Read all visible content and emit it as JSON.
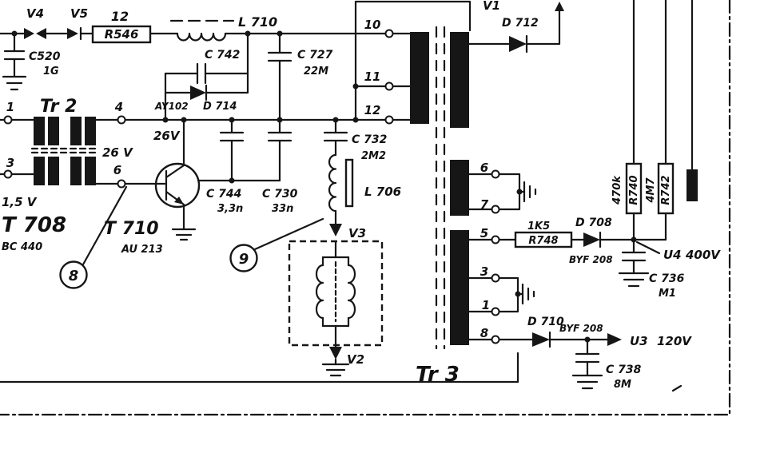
{
  "regions": {
    "top_rail": {
      "v4": "V4",
      "v5": "V5",
      "num12": "12",
      "r546": "R546",
      "l710": "L 710",
      "c520": "C520",
      "c520_val": "1G"
    },
    "damper": {
      "c742": "C 742",
      "d714_type": "AY102",
      "d714": "D 714",
      "c727": "C 727",
      "c727_val": "22M"
    },
    "tr2": {
      "label": "Tr 2",
      "term1": "1",
      "term3": "3",
      "term4": "4",
      "term6": "6",
      "v26_top": "26V",
      "v26_mid": "26 V",
      "v15": "1,5 V",
      "t708": "T 708",
      "t708_type": "BC 440",
      "t710": "T 710",
      "t710_type": "AU 213",
      "ref8": "8",
      "ref9": "9"
    },
    "tank": {
      "c744": "C 744",
      "c744_val": "3,3n",
      "c730": "C 730",
      "c730_val": "33n",
      "c732": "C 732",
      "c732_val": "2M2",
      "l706": "L 706",
      "v3": "V3",
      "v2": "V2"
    },
    "tr3": {
      "label": "Tr 3",
      "t10": "10",
      "t11": "11",
      "t12": "12",
      "s6": "6",
      "s7": "7",
      "s5": "5",
      "s3": "3",
      "s1": "1",
      "s8": "8",
      "v1": "V1",
      "d712": "D 712"
    },
    "out400": {
      "r748": "R748",
      "r748_val": "1K5",
      "d708": "D 708",
      "d708_type": "BYF 208",
      "r740": "R740",
      "r740_val": "470k",
      "r742": "R742",
      "r742_val": "4M7",
      "u4": "U4",
      "u4_val": "400V",
      "c736": "C 736",
      "c736_val": "M1"
    },
    "out120": {
      "d710": "D 710",
      "d710_type": "BYF 208",
      "u3": "U3",
      "u3_val": "120V",
      "c738": "C 738",
      "c738_val": "8M"
    }
  }
}
